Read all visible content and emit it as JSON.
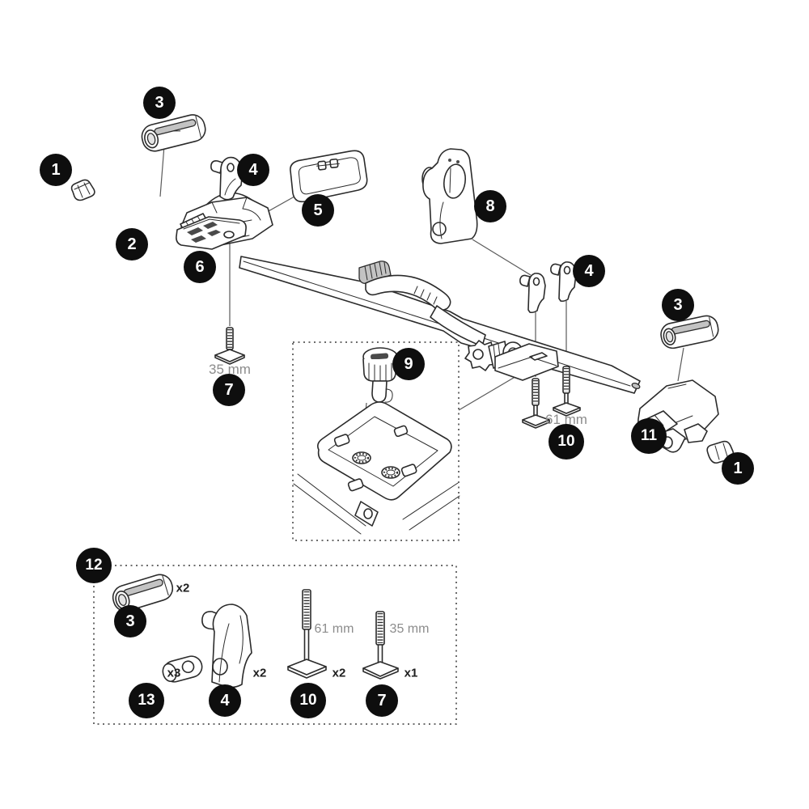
{
  "diagram": "exploded-parts-diagram",
  "colors": {
    "background": "#ffffff",
    "line": "#2b2b2b",
    "callout_bg": "#0e0e0e",
    "callout_text": "#ffffff",
    "dimension_text": "#8c8c8c",
    "rubber_fill": "#c3c3c3"
  },
  "callouts": [
    "1",
    "2",
    "3",
    "4",
    "5",
    "6",
    "7",
    "8",
    "9",
    "4",
    "3",
    "10",
    "11",
    "1",
    "12",
    "3",
    "13",
    "4",
    "10",
    "7"
  ],
  "annotations": [
    {
      "callout": "7",
      "dimension": "35 mm"
    },
    {
      "callout": "10",
      "dimension": "61 mm"
    }
  ],
  "kit": {
    "box_callout": "12",
    "items": [
      {
        "callout": "3",
        "qty": "x2"
      },
      {
        "callout": "13",
        "qty": "x3"
      },
      {
        "callout": "4",
        "qty": "x2"
      },
      {
        "callout": "10",
        "qty": "x2",
        "dimension": "61 mm"
      },
      {
        "callout": "7",
        "qty": "x1",
        "dimension": "35 mm"
      }
    ]
  }
}
